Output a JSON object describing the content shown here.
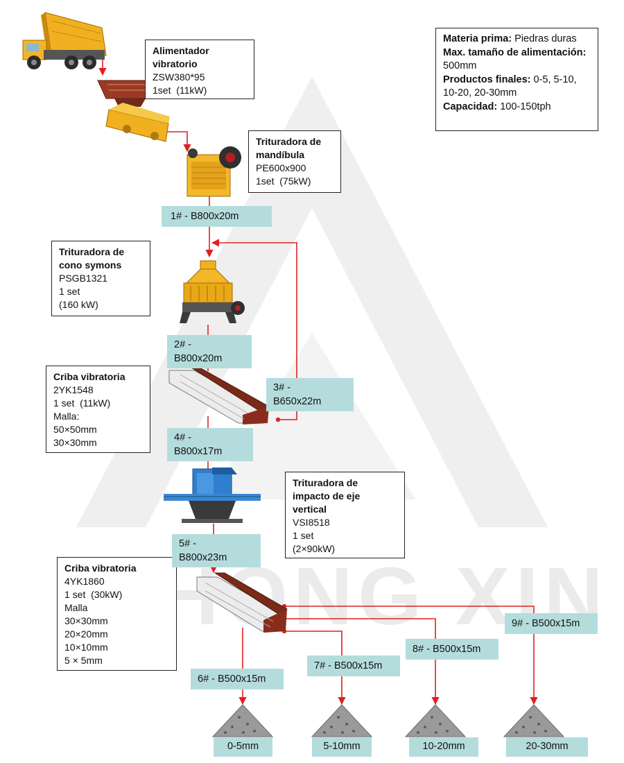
{
  "watermark": {
    "text": "ZHONG XIN",
    "color": "#ebebeb"
  },
  "colors": {
    "flow": "#e02020",
    "belt": "#b5dcdd",
    "machine_yellow": "#f0b020",
    "machine_red": "#8a2c1c",
    "machine_blue": "#2f7fd0"
  },
  "spec": {
    "raw_label": "Materia prima:",
    "raw_value": " Piedras duras",
    "feed_label": "Max. tamaño de alimentación:",
    "feed_value": " 500mm",
    "products_label": "Productos finales:",
    "products_value": " 0-5, 5-10, 10-20, 20-30mm",
    "capacity_label": "Capacidad:",
    "capacity_value": "   100-150tph"
  },
  "machines": {
    "feeder": {
      "title": [
        "Alimentador",
        "vibratorio"
      ],
      "lines": [
        "ZSW380*95",
        "1set  (11kW)"
      ]
    },
    "jaw": {
      "title": [
        "Trituradora de",
        "mandíbula"
      ],
      "lines": [
        "PE600x900",
        "1set  (75kW)"
      ]
    },
    "cone": {
      "title": [
        "Trituradora de",
        "cono symons"
      ],
      "lines": [
        "PSGB1321",
        "1 set",
        "(160 kW)"
      ]
    },
    "screen1": {
      "title": [
        "Criba vibratoria"
      ],
      "lines": [
        "2YK1548",
        "1 set  (11kW)",
        "Malla:",
        "50×50mm",
        "30×30mm"
      ]
    },
    "vsi": {
      "title": [
        "Trituradora de",
        "impacto de eje",
        "vertical"
      ],
      "lines": [
        "VSI8518",
        "1 set",
        "(2×90kW)"
      ]
    },
    "screen2": {
      "title": [
        "Criba vibratoria"
      ],
      "lines": [
        "4YK1860",
        "1 set  (30kW)",
        "Malla",
        "30×30mm",
        "20×20mm",
        "10×10mm",
        "5 × 5mm"
      ]
    }
  },
  "belts": {
    "b1": "1# - B800x20m",
    "b2": "2# -\nB800x20m",
    "b3": "3# -\nB650x22m",
    "b4": "4# -\nB800x17m",
    "b5": "5# -\nB800x23m",
    "b6": "6# - B500x15m",
    "b7": "7# - B500x15m",
    "b8": "8# - B500x15m",
    "b9": "9# - B500x15m"
  },
  "products": [
    "0-5mm",
    "5-10mm",
    "10-20mm",
    "20-30mm"
  ]
}
